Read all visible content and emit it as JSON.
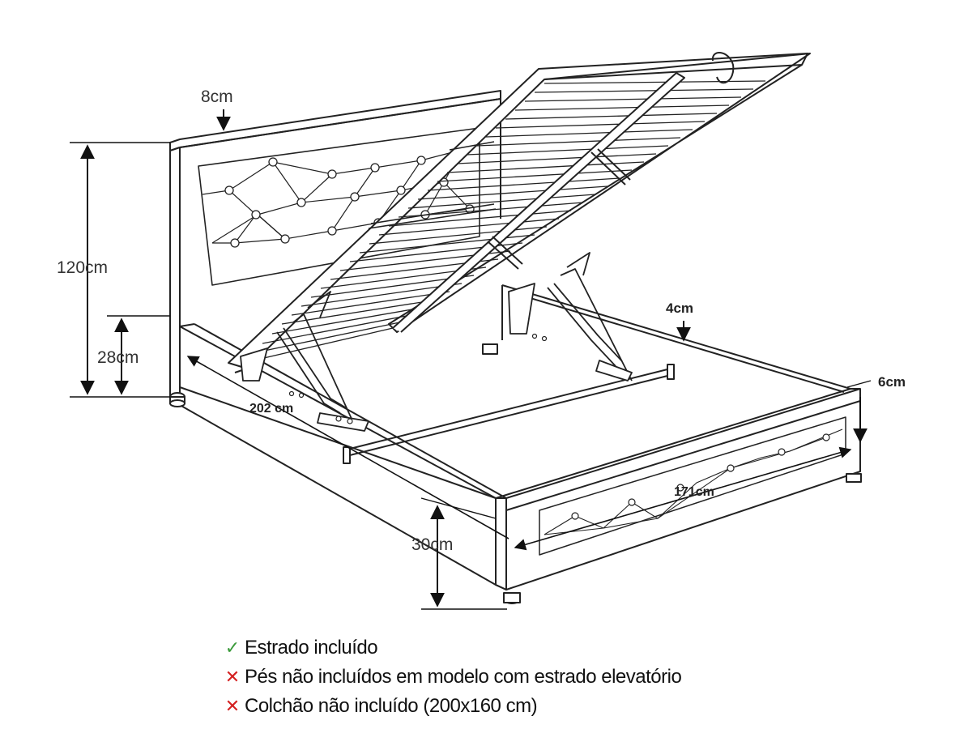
{
  "dimensions": {
    "headboard_thickness": "8cm",
    "headboard_height": "120cm",
    "frame_height": "28cm",
    "length": "202 cm",
    "side_thickness": "4cm",
    "foot_thickness": "6cm",
    "width": "171cm",
    "base_height": "30cm"
  },
  "legend": [
    {
      "status": "included",
      "icon": "check-icon",
      "text": "Estrado incluído",
      "color": "#3a9a3a"
    },
    {
      "status": "excluded",
      "icon": "cross-icon",
      "text": "Pés não incluídos em modelo com estrado elevatório",
      "color": "#d42020"
    },
    {
      "status": "excluded",
      "icon": "cross-icon",
      "text": "Colchão não incluído (200x160 cm)",
      "color": "#d42020"
    }
  ]
}
